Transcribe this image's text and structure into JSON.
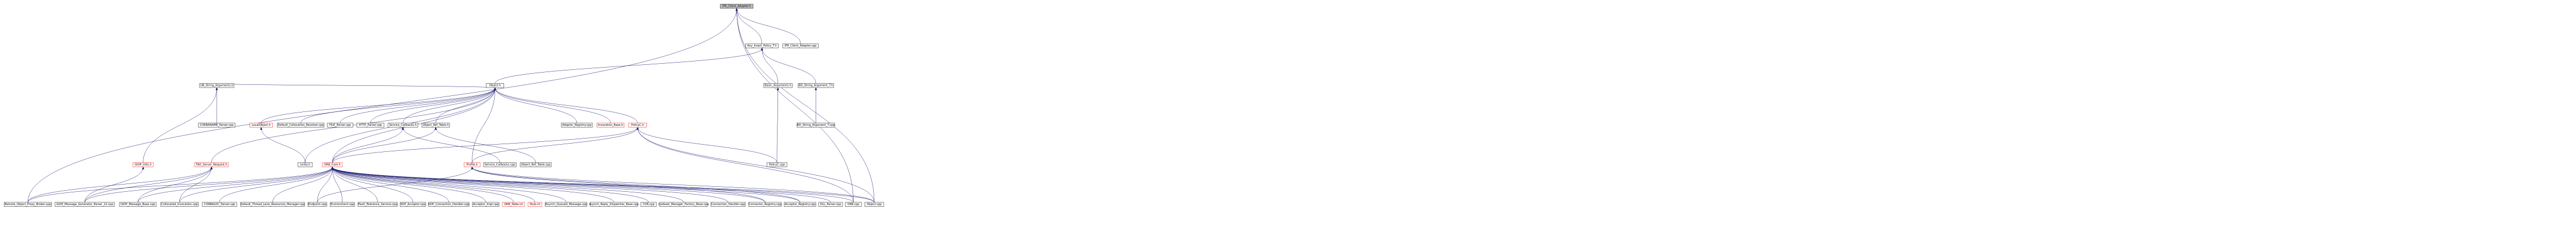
{
  "colors": {
    "edge": "#191970",
    "node_border": "#000000",
    "node_border_alt": "#ff0000",
    "root_fill": "#bfbfbf",
    "background": "#ffffff"
  },
  "nodes": [
    {
      "id": "IFR_Client_Adapter_h",
      "label": "IFR_Client_Adapter.h"
    },
    {
      "id": "Any_Insert_Policy_T_h",
      "label": "Any_Insert_Policy_T.h"
    },
    {
      "id": "IFR_Client_Adapter_cpp",
      "label": "IFR_Client_Adapter.cpp"
    },
    {
      "id": "UB_String_Arguments_h",
      "label": "UB_String_Arguments.h"
    },
    {
      "id": "Object_h",
      "label": "Object.h"
    },
    {
      "id": "Basic_Arguments_h",
      "label": "Basic_Arguments.h"
    },
    {
      "id": "BD_String_Argument_T_h",
      "label": "BD_String_Argument_T.h"
    },
    {
      "id": "CORBANAME_Parser_cpp",
      "label": "CORBANAME_Parser.cpp"
    },
    {
      "id": "LocalObject_h",
      "label": "LocalObject.h"
    },
    {
      "id": "Default_Collocation_Resolver_cpp",
      "label": "Default_Collocation_Resolver.cpp"
    },
    {
      "id": "FILE_Parser_cpp",
      "label": "FILE_Parser.cpp"
    },
    {
      "id": "HTTP_Parser_cpp",
      "label": "HTTP_Parser.cpp"
    },
    {
      "id": "Service_Callbacks_h",
      "label": "Service_Callbacks.h"
    },
    {
      "id": "Object_Ref_Table_h",
      "label": "Object_Ref_Table.h"
    },
    {
      "id": "Adapter_Registry_cpp",
      "label": "Adapter_Registry.cpp"
    },
    {
      "id": "Invocation_Base_h",
      "label": "Invocation_Base.h"
    },
    {
      "id": "PolicyC_h",
      "label": "PolicyC.h"
    },
    {
      "id": "BD_String_Argument_T_cpp",
      "label": "BD_String_Argument_T.cpp"
    },
    {
      "id": "GIOP_Utils_h",
      "label": "GIOP_Utils.h"
    },
    {
      "id": "TAO_Server_Request_h",
      "label": "TAO_Server_Request.h"
    },
    {
      "id": "corba_h",
      "label": "corba.h"
    },
    {
      "id": "ORB_Core_h",
      "label": "ORB_Core.h"
    },
    {
      "id": "Profile_h",
      "label": "Profile.h"
    },
    {
      "id": "Service_Callbacks_cpp",
      "label": "Service_Callbacks.cpp"
    },
    {
      "id": "Object_Ref_Table_cpp",
      "label": "Object_Ref_Table.cpp"
    },
    {
      "id": "PolicyC_cpp",
      "label": "PolicyC.cpp"
    },
    {
      "id": "Remote_Object_Proxy_Broker_cpp",
      "label": "Remote_Object_Proxy_Broker.cpp"
    },
    {
      "id": "GIOP_Message_Generator_Parser_12_cpp",
      "label": "GIOP_Message_Generator_Parser_12.cpp"
    },
    {
      "id": "GIOP_Message_Base_cpp",
      "label": "GIOP_Message_Base.cpp"
    },
    {
      "id": "Collocated_Invocation_cpp",
      "label": "Collocated_Invocation.cpp"
    },
    {
      "id": "CORBALOC_Parser_cpp",
      "label": "CORBALOC_Parser.cpp"
    },
    {
      "id": "Default_Thread_Lane_Resources_Manager_cpp",
      "label": "Default_Thread_Lane_Resources_Manager.cpp"
    },
    {
      "id": "Endpoint_cpp",
      "label": "Endpoint.cpp"
    },
    {
      "id": "Environment_cpp",
      "label": "Environment.cpp"
    },
    {
      "id": "Fault_Tolerance_Service_cpp",
      "label": "Fault_Tolerance_Service.cpp"
    },
    {
      "id": "IIOP_Acceptor_cpp",
      "label": "IIOP_Acceptor.cpp"
    },
    {
      "id": "IIOP_Connection_Handler_cpp",
      "label": "IIOP_Connection_Handler.cpp"
    },
    {
      "id": "Acceptor_Impl_cpp",
      "label": "Acceptor_Impl.cpp"
    },
    {
      "id": "ORB_Table_inl",
      "label": "ORB_Table.inl"
    },
    {
      "id": "Stub_inl",
      "label": "Stub.inl"
    },
    {
      "id": "Asynch_Queued_Message_cpp",
      "label": "Asynch_Queued_Message.cpp"
    },
    {
      "id": "Asynch_Reply_Dispatcher_Base_cpp",
      "label": "Asynch_Reply_Dispatcher_Base.cpp"
    },
    {
      "id": "CDR_cpp",
      "label": "CDR.cpp"
    },
    {
      "id": "Codeset_Manager_Factory_Base_cpp",
      "label": "Codeset_Manager_Factory_Base.cpp"
    },
    {
      "id": "Connection_Handler_cpp",
      "label": "Connection_Handler.cpp"
    },
    {
      "id": "Connector_Registry_cpp",
      "label": "Connector_Registry.cpp"
    },
    {
      "id": "Acceptor_Registry_cpp",
      "label": "Acceptor_Registry.cpp"
    },
    {
      "id": "DLL_Parser_cpp",
      "label": "DLL_Parser.cpp"
    },
    {
      "id": "ORB_cpp",
      "label": "ORB.cpp"
    },
    {
      "id": "Object_cpp",
      "label": "Object.cpp"
    }
  ]
}
